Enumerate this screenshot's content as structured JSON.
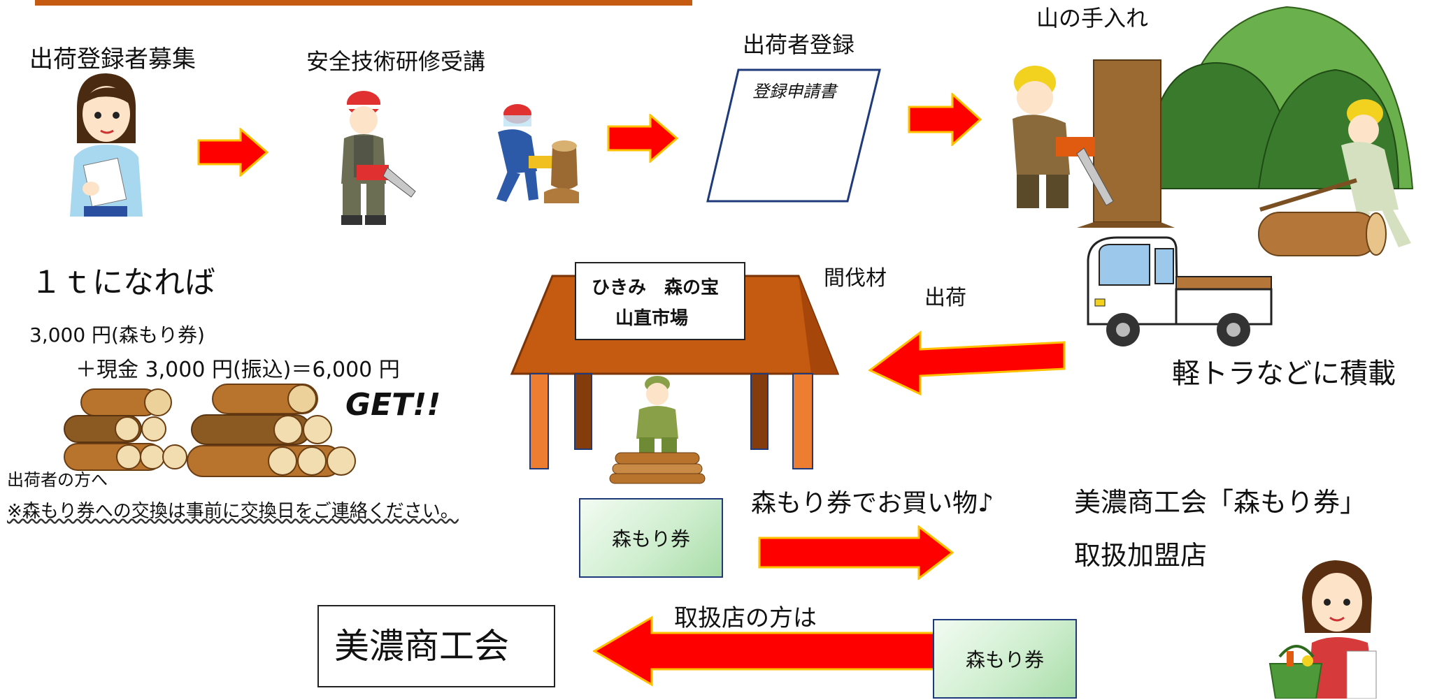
{
  "steps": {
    "recruit": "出荷登録者募集",
    "training": "安全技術研修受講",
    "register": "出荷者登録",
    "form": "登録申請書",
    "maintenance": "山の手入れ"
  },
  "reward": {
    "heading": "１ｔになれば",
    "line1": "3,000 円(森もり券)",
    "line2": "＋現金 3,000 円(振込)＝6,000 円",
    "get": "GET!!"
  },
  "market": {
    "sign_line1": "ひきみ　森の宝",
    "sign_line2": "山直市場",
    "thinned_wood": "間伐材",
    "ship": "出荷"
  },
  "truck": {
    "label": "軽トラなどに積載"
  },
  "notice": {
    "to": "出荷者の方へ",
    "body": "※森もり券への交換は事前に交換日をご連絡ください。"
  },
  "tickets": {
    "label": "森もり券",
    "shopping": "森もり券でお買い物♪"
  },
  "stores": {
    "line1": "美濃商工会「森もり券」",
    "line2": "取扱加盟店"
  },
  "chamber": {
    "name": "美濃商工会",
    "for_stores": "取扱店の方は"
  },
  "colors": {
    "arrow": "#ff0000",
    "arrow_edge": "#ffc000",
    "header_bar": "#c55a11",
    "roof": "#c55a11",
    "post": "#ed7d31",
    "ticket_border": "#1f3a7a"
  }
}
